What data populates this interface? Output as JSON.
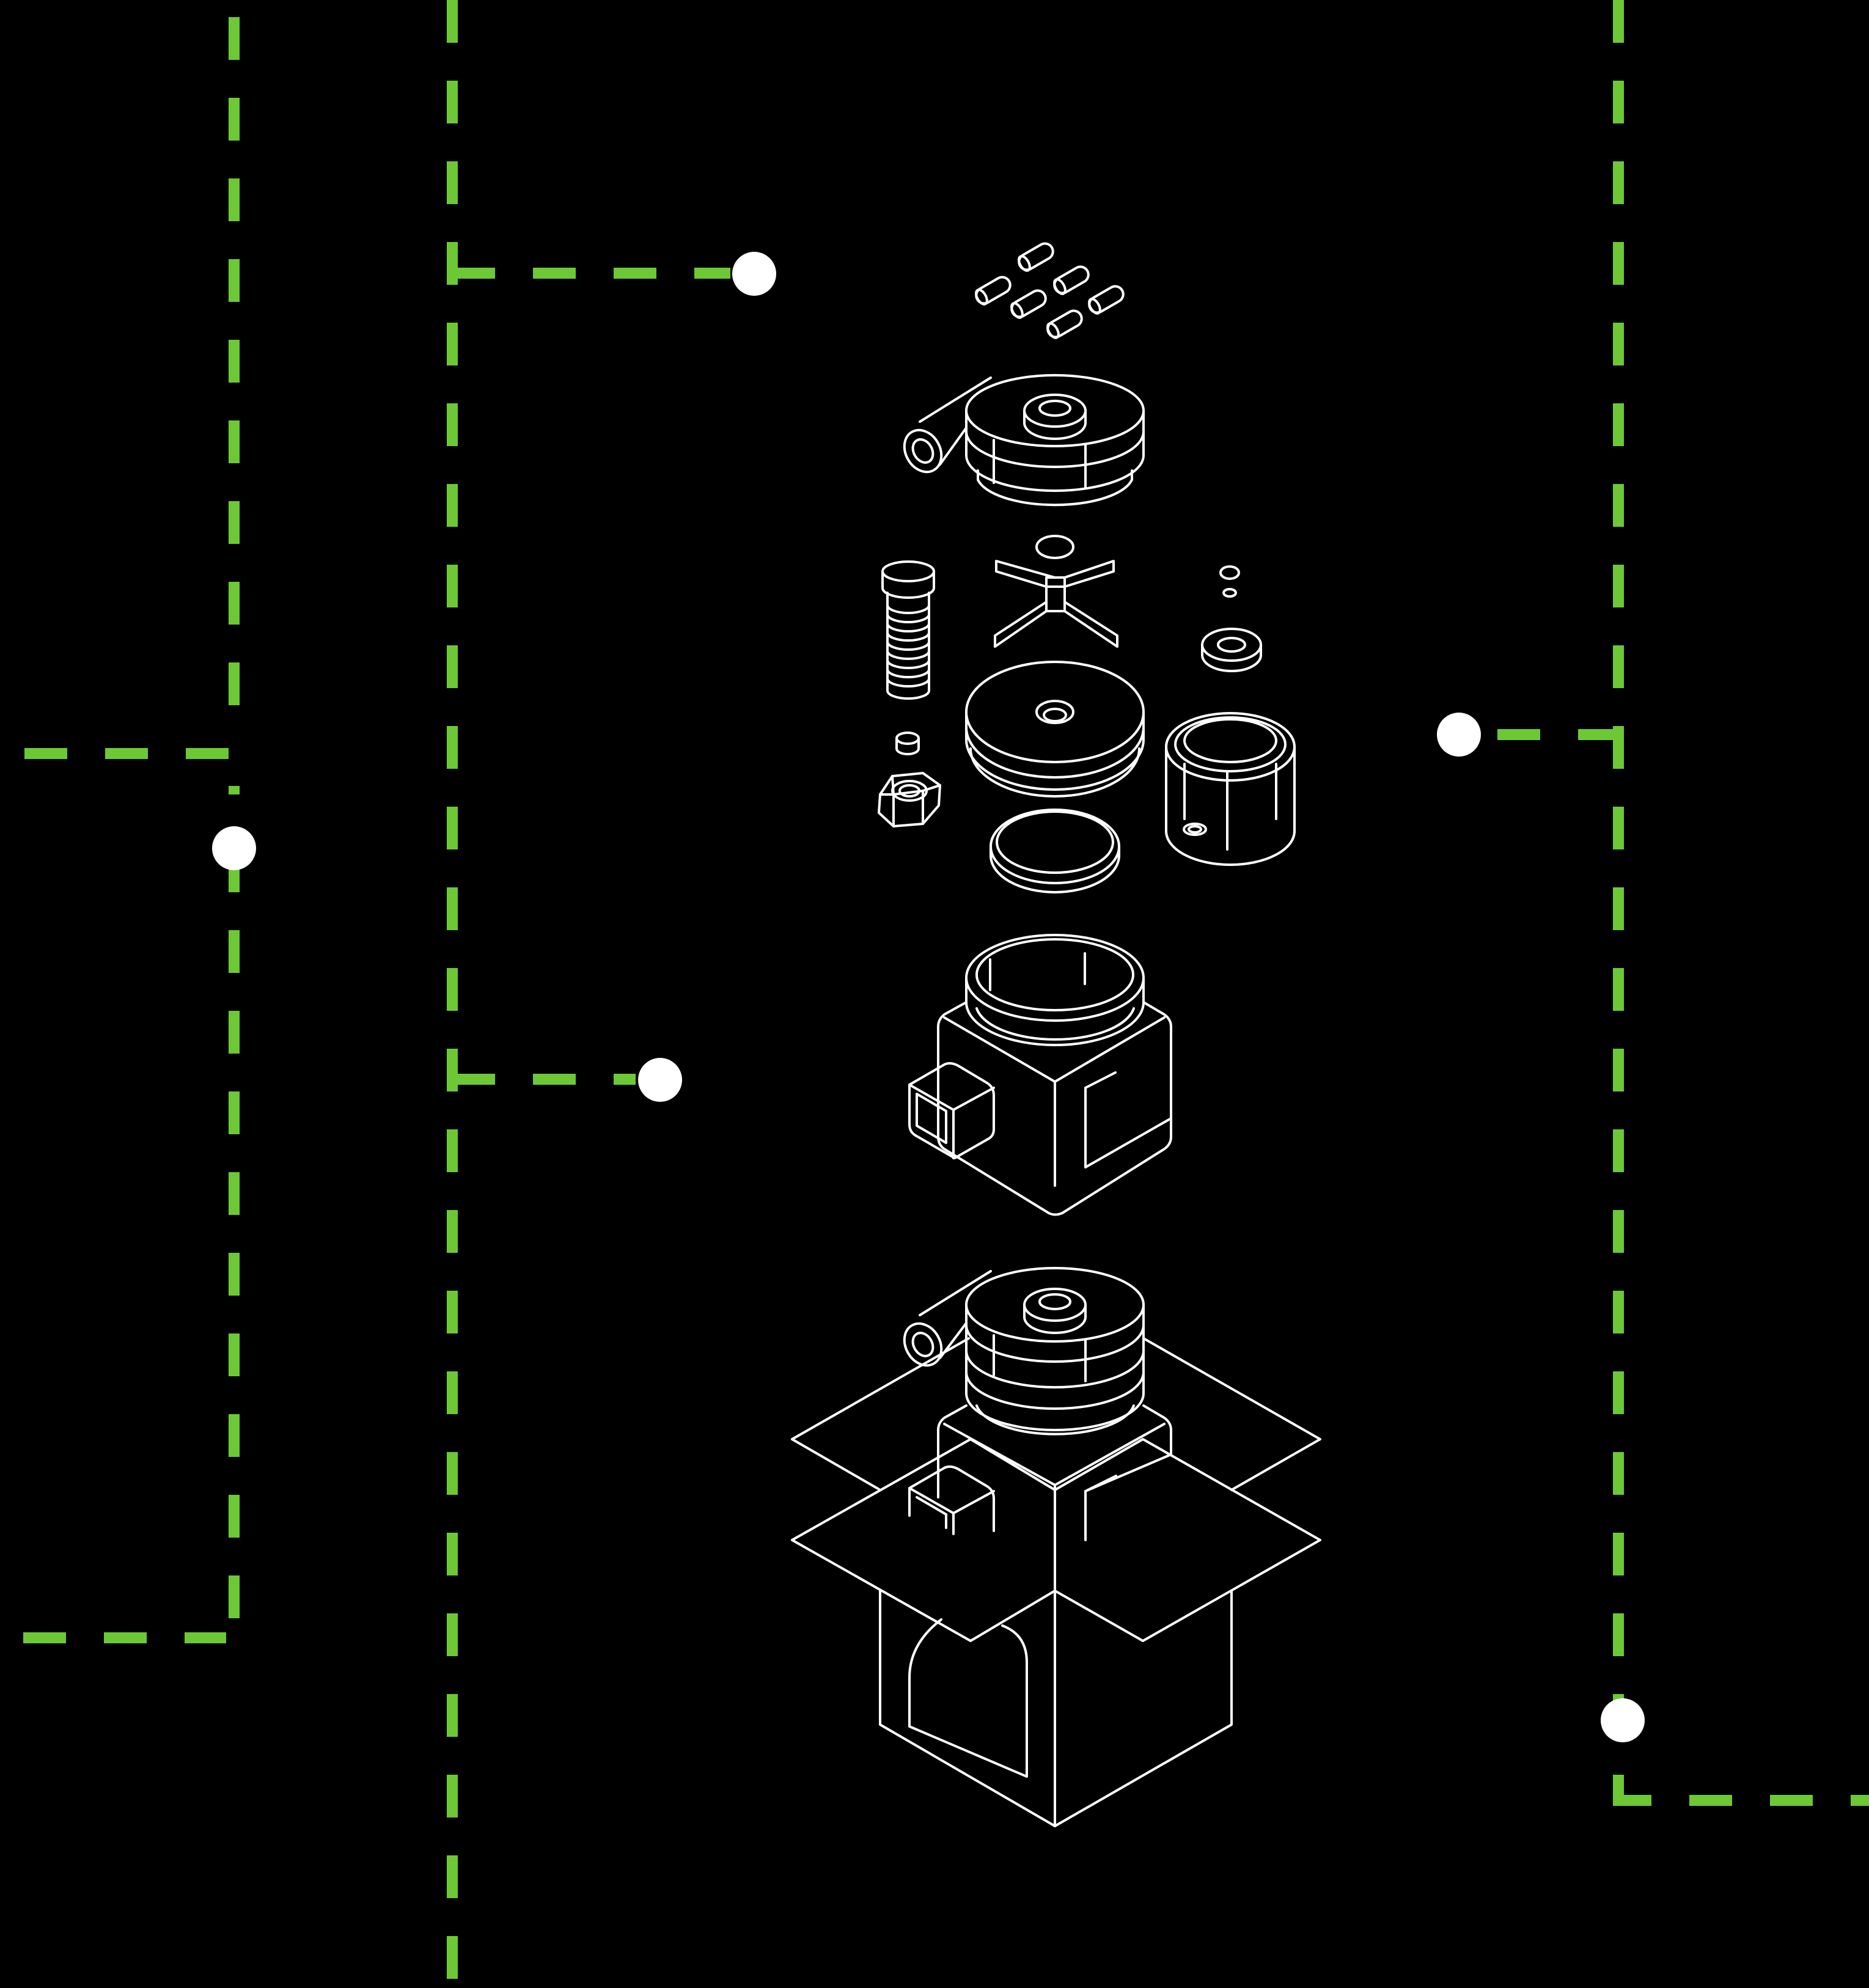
{
  "colors": {
    "background": "#000000",
    "line_art": "#ffffff",
    "connector": "#6cc935",
    "node": "#ffffff"
  },
  "diagram": {
    "style": "isometric exploded-view line illustration",
    "parts": [
      {
        "name": "pins",
        "icon": "pins-icon"
      },
      {
        "name": "pump-housing-cover",
        "icon": "pump-housing-icon"
      },
      {
        "name": "impeller",
        "icon": "impeller-icon"
      },
      {
        "name": "threaded-bolt",
        "icon": "bolt-icon"
      },
      {
        "name": "washer-small",
        "icon": "washer-icon"
      },
      {
        "name": "hex-nut",
        "icon": "nut-icon"
      },
      {
        "name": "pulley-disc",
        "icon": "disc-icon"
      },
      {
        "name": "gasket-ring",
        "icon": "ring-icon"
      },
      {
        "name": "sleeve-bushing",
        "icon": "bushing-icon"
      },
      {
        "name": "motor-body",
        "icon": "motor-icon"
      },
      {
        "name": "packaged-assembly",
        "icon": "open-box-icon"
      }
    ],
    "connector_nodes": 5
  }
}
